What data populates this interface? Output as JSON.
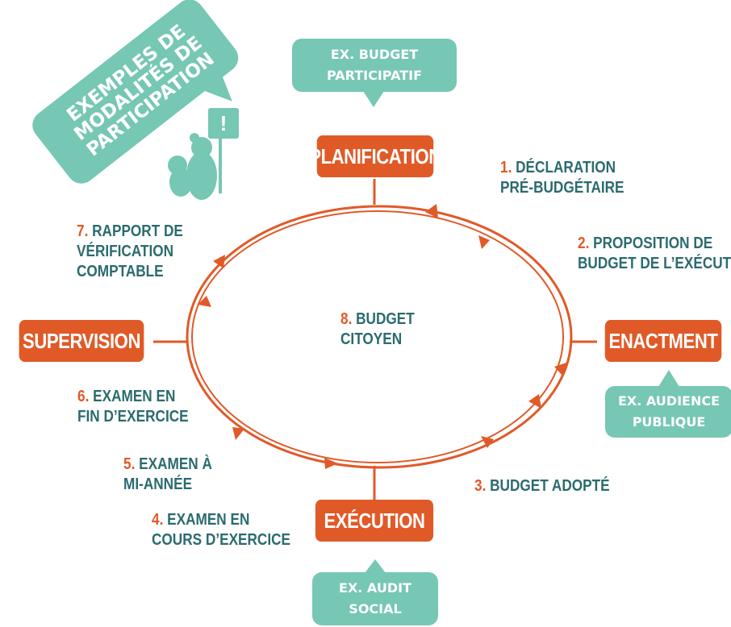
{
  "colors": {
    "orange": "#e05a28",
    "teal": "#76c7b4",
    "dark_teal": "#2b6b6e"
  },
  "callout": {
    "lines": [
      "EXEMPLES DE",
      "MODALITÉS DE",
      "PARTICIPATION"
    ]
  },
  "phases": {
    "planification": "PLANIFICATION",
    "enactment": "ENACTMENT",
    "execution": "EXÉCUTION",
    "supervision": "SUPERVISION"
  },
  "examples": {
    "planification": {
      "line1": "EX. BUDGET",
      "line2": "PARTICIPATIF"
    },
    "enactment": {
      "line1": "EX. AUDIENCE",
      "line2": "PUBLIQUE"
    },
    "execution": {
      "line1": "EX. AUDIT",
      "line2": "SOCIAL"
    }
  },
  "documents": [
    {
      "num": "1.",
      "line1": "DÉCLARATION",
      "line2": "PRÉ-BUDGÉTAIRE"
    },
    {
      "num": "2.",
      "line1": "PROPOSITION DE",
      "line2": "BUDGET DE L’EXÉCUTIF"
    },
    {
      "num": "3.",
      "line1": "BUDGET ADOPTÉ",
      "line2": ""
    },
    {
      "num": "4.",
      "line1": "EXAMEN EN",
      "line2": "COURS D’EXERCICE"
    },
    {
      "num": "5.",
      "line1": "EXAMEN À",
      "line2": "MI-ANNÉE"
    },
    {
      "num": "6.",
      "line1": "EXAMEN EN",
      "line2": "FIN D’EXERCICE"
    },
    {
      "num": "7.",
      "line1": "RAPPORT DE",
      "line2": "VÉRIFICATION",
      "line3": "COMPTABLE"
    },
    {
      "num": "8.",
      "line1": "BUDGET",
      "line2": "CITOYEN"
    }
  ]
}
